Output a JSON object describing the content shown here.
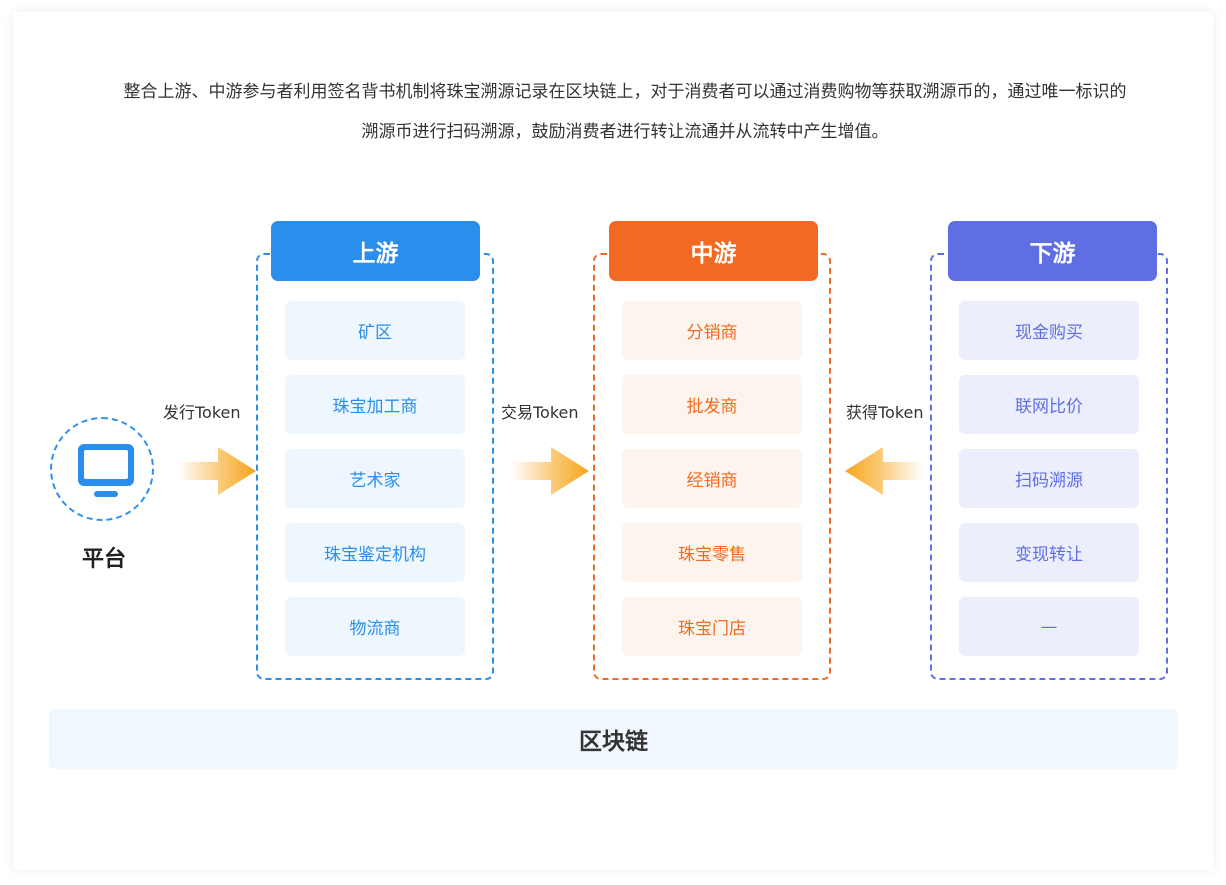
{
  "intro": {
    "line1": "整合上游、中游参与者利用签名背书机制将珠宝溯源记录在区块链上，对于消费者可以通过消费购物等获取溯源币的，通过唯一标识的",
    "line2": "溯源币进行扫码溯源，鼓励消费者进行转让流通并从流转中产生增值。"
  },
  "platform": {
    "label": "平台",
    "icon": "monitor-icon"
  },
  "flows": {
    "issue": "发行Token",
    "trade": "交易Token",
    "obtain": "获得Token"
  },
  "upstream": {
    "title": "上游",
    "color": "#2a8eec",
    "items": [
      "矿区",
      "珠宝加工商",
      "艺术家",
      "珠宝鉴定机构",
      "物流商"
    ]
  },
  "midstream": {
    "title": "中游",
    "color": "#f26a22",
    "items": [
      "分销商",
      "批发商",
      "经销商",
      "珠宝零售",
      "珠宝门店"
    ]
  },
  "downstream": {
    "title": "下游",
    "color": "#5f6fe3",
    "items": [
      "现金购买",
      "联网比价",
      "扫码溯源",
      "变现转让",
      "—"
    ]
  },
  "blockchain": {
    "label": "区块链"
  },
  "arrow_color": "#f7a51c"
}
